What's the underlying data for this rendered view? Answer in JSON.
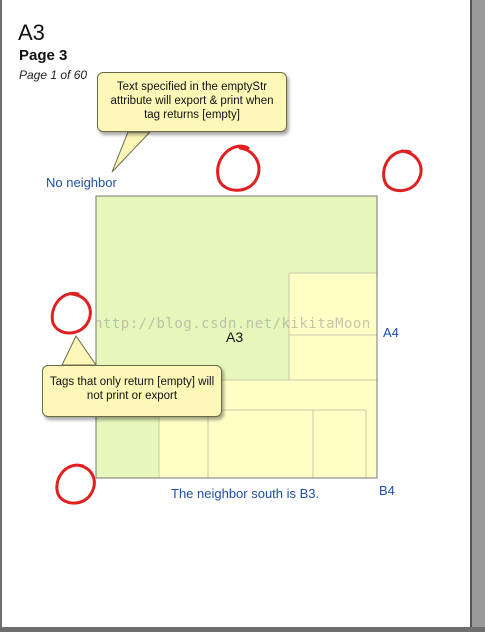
{
  "page": {
    "id": "A3",
    "name": "Page 3",
    "count": "Page 1 of 60"
  },
  "labels": {
    "north": "No neighbor",
    "east": "A4",
    "south": "The neighbor south is B3.",
    "southeast": "B4"
  },
  "map": {
    "center_label": "A3"
  },
  "callouts": {
    "top": "Text specified in the emptyStr attribute will export & print when tag returns [empty]",
    "bottom": "Tags that only return [empty] will not print or export"
  },
  "watermark": "http://blog.csdn.net/kikitaMoon",
  "colors": {
    "map_green": "#e6f7bc",
    "map_yellow": "#ffffc6",
    "label_blue": "#1f4fa8",
    "circle_red": "#e02020",
    "callout_fill": "#fdf8b8"
  }
}
